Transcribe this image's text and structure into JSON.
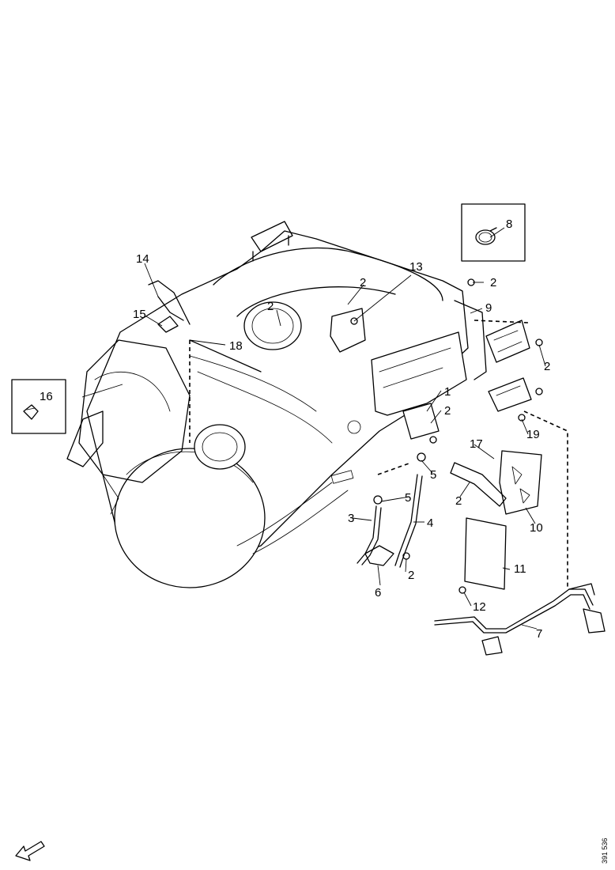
{
  "callouts": {
    "c1": "1",
    "c2a": "2",
    "c2b": "2",
    "c2c": "2",
    "c2d": "2",
    "c2e": "2",
    "c2f": "2",
    "c2g": "2",
    "c3": "3",
    "c4": "4",
    "c5a": "5",
    "c5b": "5",
    "c6": "6",
    "c7": "7",
    "c8": "8",
    "c9": "9",
    "c10": "10",
    "c11": "11",
    "c12": "12",
    "c13": "13",
    "c14": "14",
    "c15": "15",
    "c16": "16",
    "c17": "17",
    "c18": "18",
    "c19": "19"
  },
  "reference_number": "391 536",
  "icons": {
    "orientation": "direction-arrow-icon",
    "clamp": "hose-clamp-icon",
    "clip": "clip-icon"
  }
}
